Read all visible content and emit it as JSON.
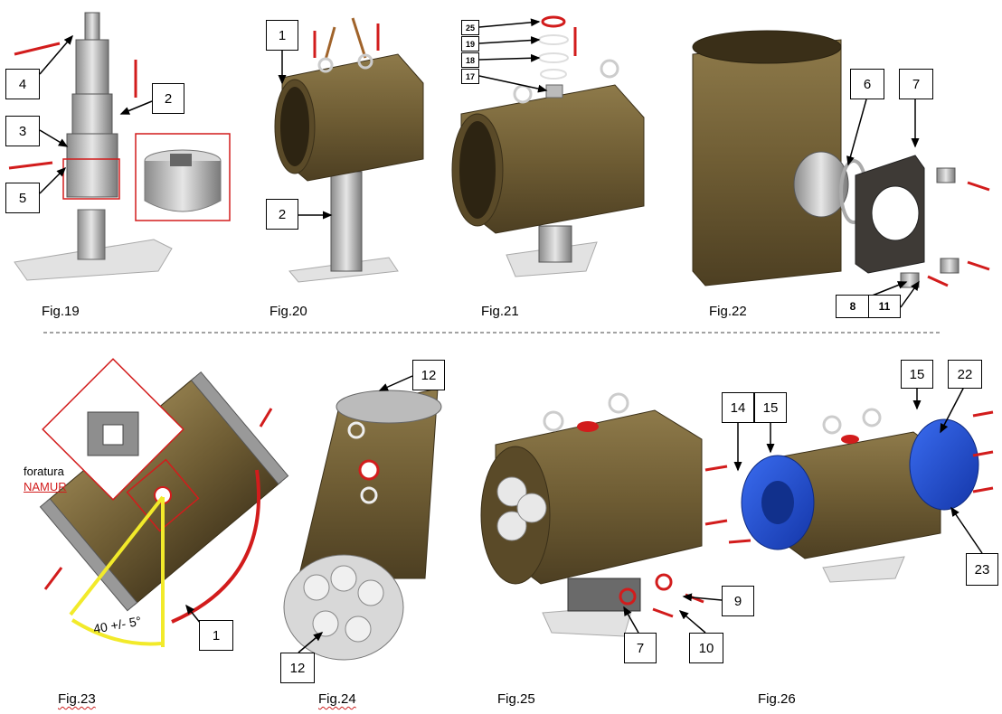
{
  "figures": [
    {
      "caption": "Fig.19",
      "callouts": [
        "4",
        "2",
        "3",
        "5"
      ]
    },
    {
      "caption": "Fig.20",
      "callouts": [
        "1",
        "2"
      ]
    },
    {
      "caption": "Fig.21",
      "callouts": [
        "25",
        "19",
        "18",
        "17"
      ]
    },
    {
      "caption": "Fig.22",
      "callouts": [
        "6",
        "7",
        "8",
        "11"
      ]
    },
    {
      "caption": "Fig.23",
      "callouts": [
        "1"
      ],
      "notes": {
        "drilling": "foratura",
        "standard": "NAMUR",
        "angle": "40 +/- 5°"
      }
    },
    {
      "caption": "Fig.24",
      "callouts": [
        "12",
        "12"
      ]
    },
    {
      "caption": "Fig.25",
      "callouts": [
        "9",
        "7",
        "10"
      ]
    },
    {
      "caption": "Fig.26",
      "callouts": [
        "14",
        "15",
        "15",
        "22",
        "23"
      ]
    }
  ],
  "colors": {
    "actuator_body": "#7d6a3e",
    "end_cap_blue": "#1f4fd6",
    "arrow_red": "#d21c1c",
    "angle_yellow": "#f2ea2a",
    "metal_grey": "#b8b8b8"
  }
}
